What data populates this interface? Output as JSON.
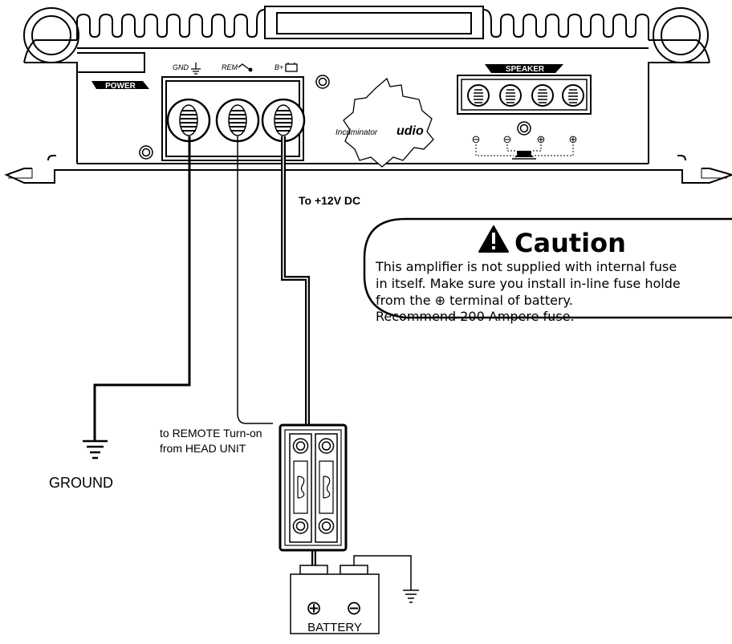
{
  "amplifier": {
    "power_label": "POWER",
    "terminals": {
      "gnd": "GND",
      "rem": "REM",
      "bplus": "B+"
    },
    "speaker_label": "SPEAKER",
    "speaker_polarity": [
      "⊖",
      "⊖",
      "⊕",
      "⊕"
    ],
    "brand_left": "Incriminator",
    "brand_right": "udio"
  },
  "labels": {
    "to_12v": "To +12V DC",
    "remote_line1": "to REMOTE Turn-on",
    "remote_line2": "from HEAD UNIT",
    "ground": "GROUND",
    "battery": "BATTERY",
    "battery_plus": "⊕",
    "battery_minus": "⊖"
  },
  "caution": {
    "title": "Caution",
    "lines": [
      "This amplifier is not supplied with internal fuse",
      "in itself. Make sure you install in-line fuse holde",
      "from the ⊕ terminal of battery.",
      "Recommend 200 Ampere fuse."
    ]
  },
  "colors": {
    "line": "#000000",
    "terminal_fill": "#ffffff",
    "screw_gray": "#bdbdbd"
  }
}
